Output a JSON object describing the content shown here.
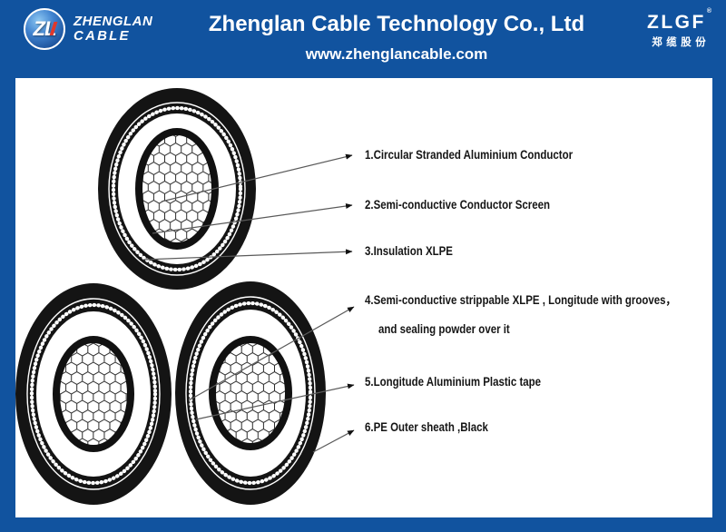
{
  "header": {
    "logo": {
      "monogram": "ZL",
      "name_line1": "ZHENGLAN",
      "name_line2": "CABLE"
    },
    "title": "Zhenglan Cable Technology Co., Ltd",
    "website": "www.zhenglancable.com",
    "brand_right": {
      "text": "ZLGF",
      "registered_mark": "®",
      "chinese": "郑缆股份"
    }
  },
  "diagram": {
    "labels": [
      {
        "num": "1",
        "text": "1.Circular Stranded Aluminium Conductor"
      },
      {
        "num": "2",
        "text": "2.Semi-conductive Conductor Screen"
      },
      {
        "num": "3",
        "text": "3.Insulation XLPE"
      },
      {
        "num": "4",
        "text": "4.Semi-conductive strippable XLPE , Longitude with grooves，",
        "text2": "and sealing powder over it"
      },
      {
        "num": "5",
        "text": "5.Longitude Aluminium Plastic tape"
      },
      {
        "num": "6",
        "text": "6.PE Outer sheath ,Black"
      }
    ]
  },
  "colors": {
    "header_blue": "#11539F",
    "accent_red": "#E0382A",
    "sheath_black": "#141414",
    "leader_line_gray": "#5A5A5A",
    "label_text": "#151515"
  }
}
